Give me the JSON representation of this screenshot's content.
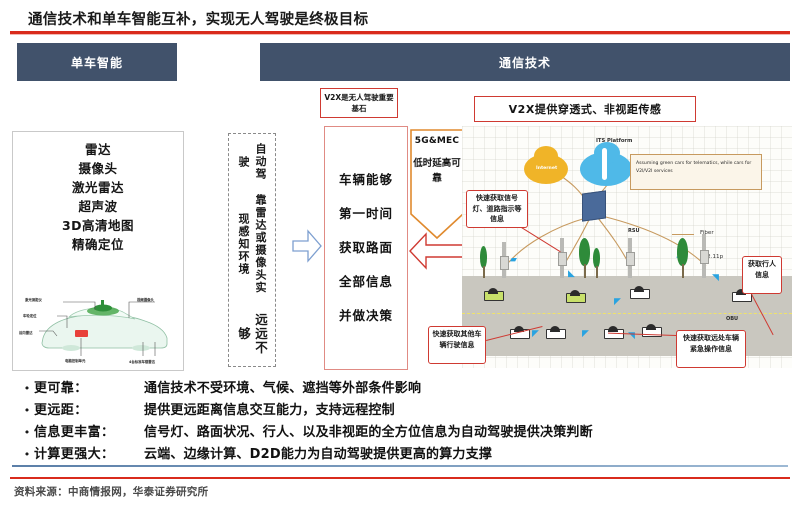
{
  "title": "通信技术和单车智能互补，实现无人驾驶是终极目标",
  "header": {
    "left_box": "单车智能",
    "right_box": "通信技术",
    "plus": "+"
  },
  "left_panel": {
    "sensors": [
      "雷达",
      "摄像头",
      "激光雷达",
      "超声波",
      "3D高清地图",
      "精确定位"
    ],
    "car_labels": [
      "激光测距仪",
      "视频摄像头",
      "车轮定位",
      "前向雷达",
      "电脑控制单元",
      "4台标准车载雷达"
    ]
  },
  "dashed_column": {
    "line1": "自动驾驶",
    "line2": "靠雷达或摄像头实现感知环境",
    "line3": "远远不够"
  },
  "middle": {
    "v2x_caption": "V2X是无人驾驶重要基石",
    "box_lines": [
      "车辆能够",
      "第一时间",
      "获取路面",
      "全部信息",
      "并做决策"
    ],
    "mec_title": "5G&MEC",
    "mec_sub": "低时延高可靠"
  },
  "right_panel": {
    "banner": "V2X提供穿透式、非视距传感",
    "note": "Assuming green cars for telematics, while cars for V2I/V2I services",
    "clouds": {
      "internet": "Internet",
      "its_platform": "ITS Platform"
    },
    "legend": {
      "fiber": "Fiber",
      "dsrc": "802.11p"
    },
    "node_labels": {
      "rsu": "RSU",
      "obu": "OBU"
    },
    "callouts": [
      "快速获取信号灯、道路指示等信息",
      "快速获取其他车辆行驶信息",
      "获取行人信息",
      "快速获取远处车辆紧急操作信息"
    ]
  },
  "bullets": [
    {
      "marker": "•",
      "label": "更可靠：",
      "text": "通信技术不受环境、气候、遮挡等外部条件影响"
    },
    {
      "marker": "•",
      "label": "更远距：",
      "text": "提供更远距离信息交互能力，支持远程控制"
    },
    {
      "marker": "•",
      "label": "信息更丰富：",
      "text": "信号灯、路面状况、行人、以及非视距的全方位信息为自动驾驶提供决策判断"
    },
    {
      "marker": "•",
      "label": "计算更强大：",
      "text": "云端、边缘计算、D2D能力为自动驾驶提供更高的算力支撑"
    }
  ],
  "source": "资料来源：中商情报网，华泰证券研究所",
  "colors": {
    "header_navy": "#41526b",
    "accent_red": "#d92b1c",
    "callout_red": "#cf3a32",
    "mec_orange": "#e08a2e",
    "rule_blue": "#5b7fa8"
  }
}
